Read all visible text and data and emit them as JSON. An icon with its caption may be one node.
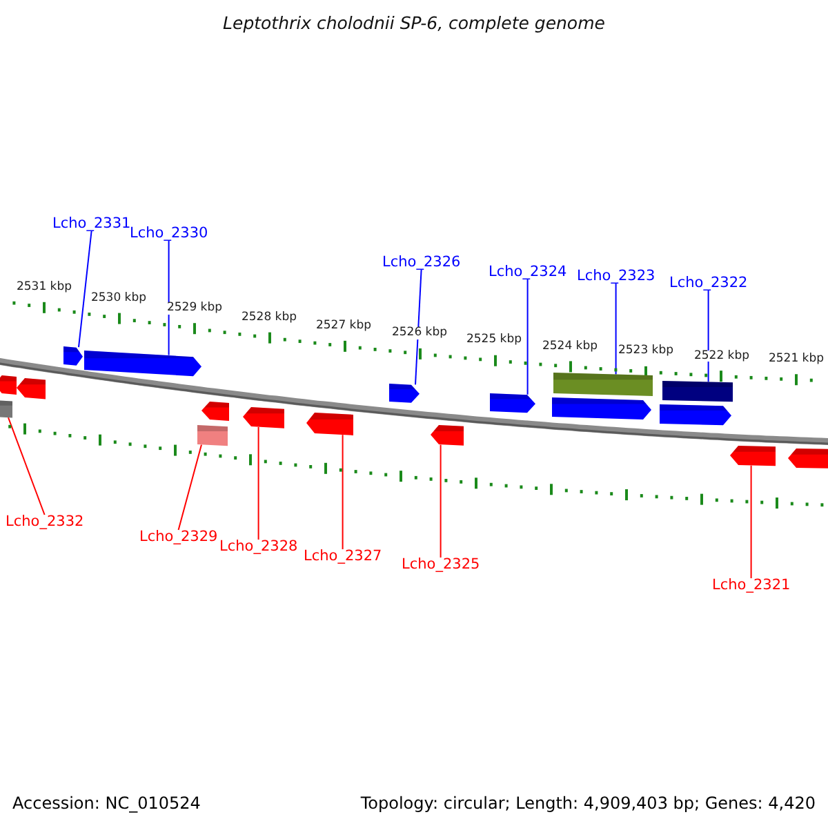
{
  "diagram": {
    "title": "Leptothrix cholodnii SP-6, complete genome",
    "nodes": [
      {
        "text": [
          "Lcho_2331"
        ]
      },
      {
        "text": [
          "Lcho_2330"
        ]
      },
      {
        "text": [
          "Lcho_2326"
        ]
      },
      {
        "text": [
          "Lcho_2324"
        ]
      },
      {
        "text": [
          "Lcho_2323"
        ]
      },
      {
        "text": [
          "Lcho_2322"
        ]
      },
      {
        "text": [
          "Lcho_2332"
        ]
      },
      {
        "text": [
          "Lcho_2329"
        ]
      },
      {
        "text": [
          "Lcho_2328"
        ]
      },
      {
        "text": [
          "Lcho_2327"
        ]
      },
      {
        "text": [
          "Lcho_2325"
        ]
      },
      {
        "text": [
          "Lcho_2321"
        ]
      },
      {
        "text": [],
        "shape": "pentagon"
      },
      {
        "text": [],
        "shape": "bar"
      },
      {
        "text": [],
        "shape": "pentagon"
      },
      {
        "text": [],
        "shape": "pentagon"
      },
      {
        "text": [],
        "shape": "pentagon"
      },
      {
        "text": [],
        "shape": "bar"
      },
      {
        "text": [],
        "shape": "pentagon"
      },
      {
        "text": [],
        "shape": "pentagon"
      },
      {
        "text": [],
        "shape": "pentagon"
      },
      {
        "text": [],
        "shape": "pentagon"
      },
      {
        "text": [],
        "shape": "pentagon"
      },
      {
        "text": [],
        "shape": "pentagon"
      },
      {
        "text": [],
        "shape": "pentagon"
      },
      {
        "text": [],
        "shape": "bar"
      },
      {
        "text": [],
        "shape": "pentagon"
      },
      {
        "text": [],
        "shape": "bar"
      },
      {
        "text": [],
        "shape": "pentagon"
      },
      {
        "text": [],
        "shape": "pentagon"
      }
    ],
    "edges": [
      {
        "from": 0,
        "to": 15,
        "arrow": "none",
        "color": "#0000ff"
      },
      {
        "from": 1,
        "to": 16,
        "arrow": "none",
        "color": "#0000ff"
      },
      {
        "from": 2,
        "to": 21,
        "arrow": "none",
        "color": "#0000ff"
      },
      {
        "from": 3,
        "to": 23,
        "arrow": "none",
        "color": "#0000ff"
      },
      {
        "from": 4,
        "to": 25,
        "arrow": "none",
        "color": "#0000ff"
      },
      {
        "from": 5,
        "to": 27,
        "arrow": "none",
        "color": "#0000ff"
      },
      {
        "from": 6,
        "to": 13,
        "arrow": "none",
        "color": "#ff0000"
      },
      {
        "from": 7,
        "to": 17,
        "arrow": "none",
        "color": "#ff0000"
      },
      {
        "from": 8,
        "to": 19,
        "arrow": "none",
        "color": "#ff0000"
      },
      {
        "from": 9,
        "to": 20,
        "arrow": "none",
        "color": "#ff0000"
      },
      {
        "from": 10,
        "to": 22,
        "arrow": "none",
        "color": "#ff0000"
      },
      {
        "from": 11,
        "to": 28,
        "arrow": "none",
        "color": "#ff0000"
      }
    ],
    "labels": [
      "2531 kbp",
      "2530 kbp",
      "2529 kbp",
      "2528 kbp",
      "2527 kbp",
      "2526 kbp",
      "2525 kbp",
      "2524 kbp",
      "2523 kbp",
      "2522 kbp",
      "2521 kbp",
      "Accession: NC_010524",
      "Topology: circular; Length: 4,909,403 bp; Genes: 4,420"
    ]
  }
}
